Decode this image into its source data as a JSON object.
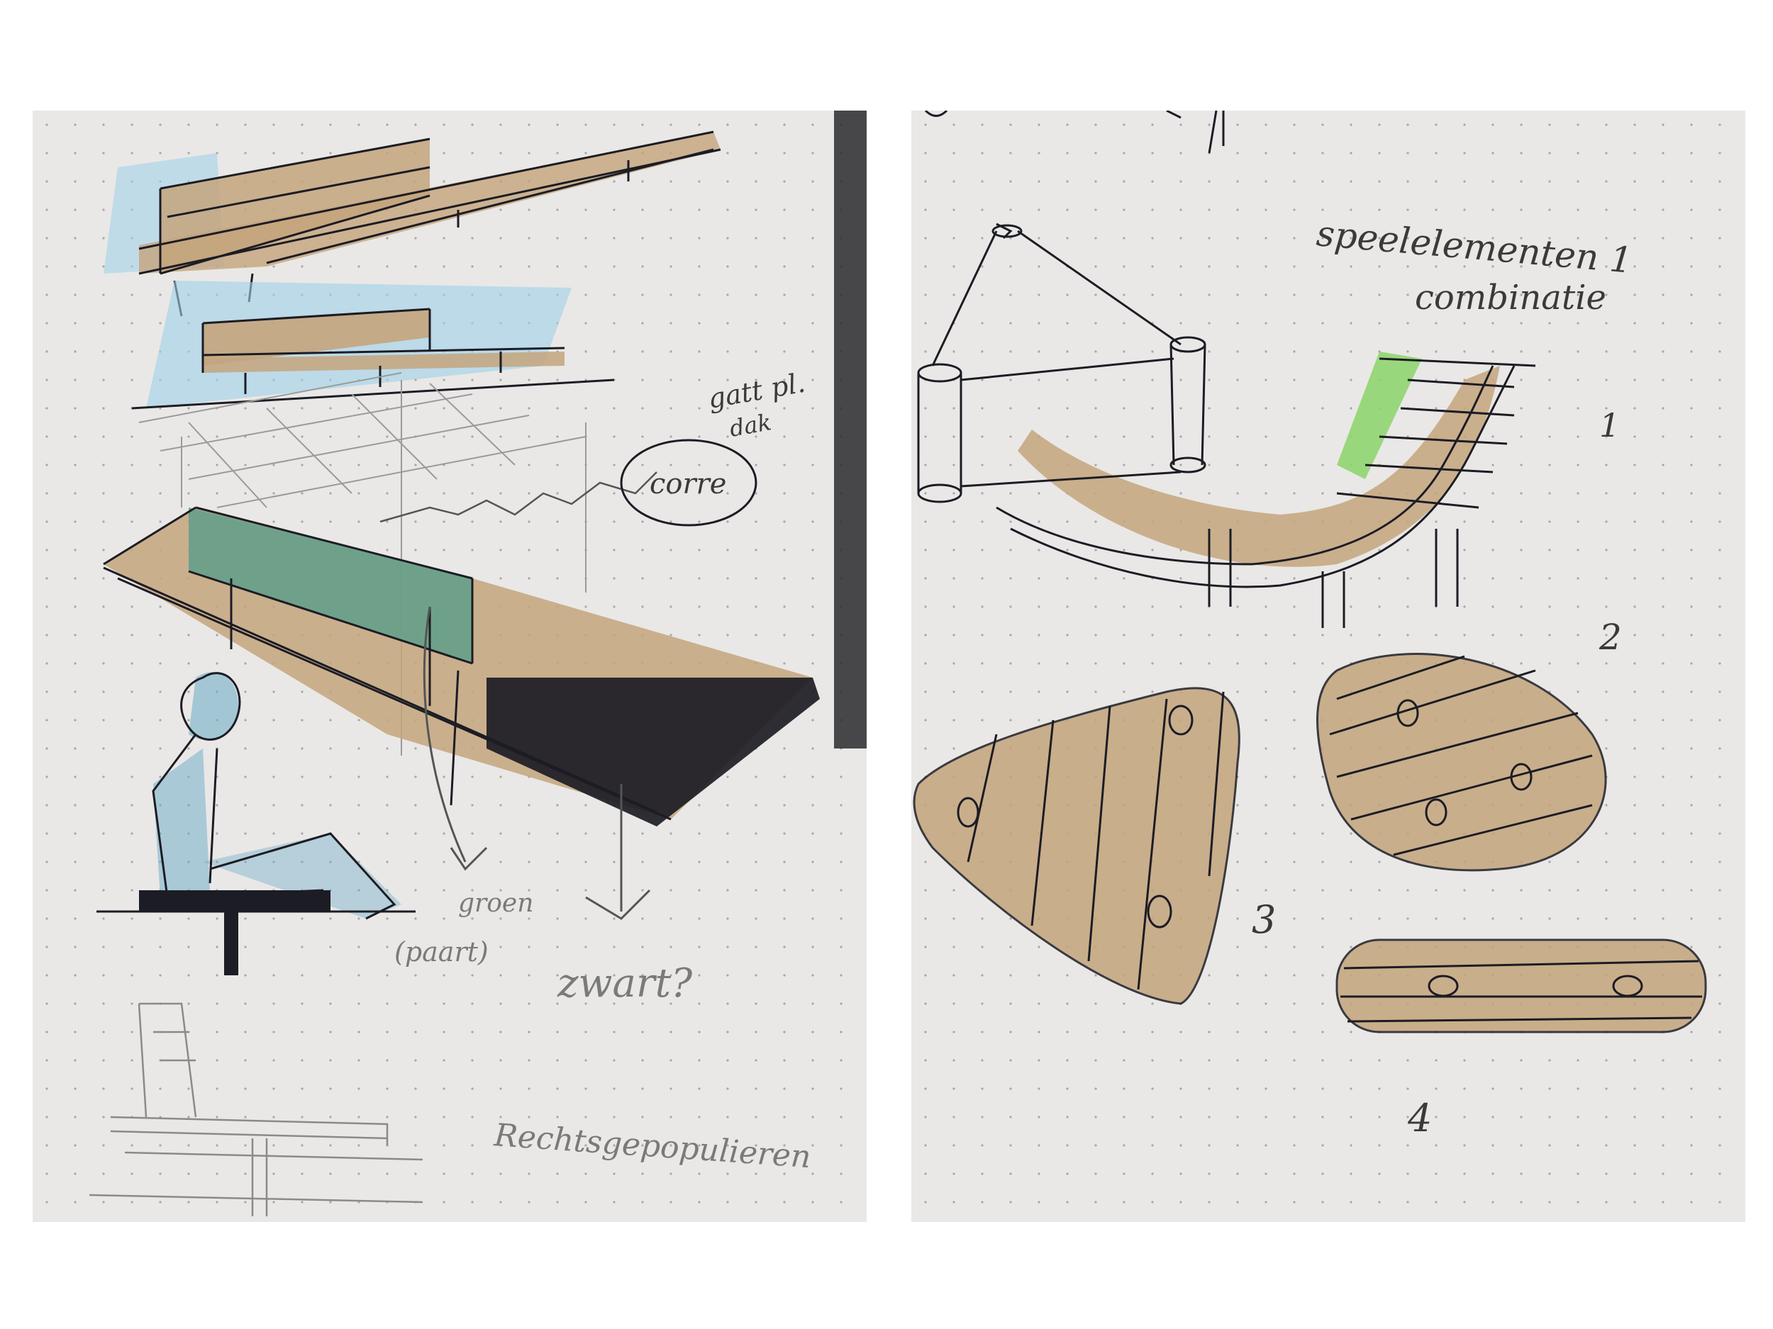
{
  "left_page": {
    "notes": {
      "note_1": "gatt pl.",
      "note_2": "dak",
      "note_3": "corre",
      "note_4": "groen",
      "note_5": "(paart)",
      "note_6": "zwart?",
      "note_7": "Rechtsgepopulieren"
    }
  },
  "right_page": {
    "title_line_1": "speelelementen 1",
    "title_line_2": "combinatie",
    "labels": [
      "1",
      "2",
      "3",
      "4"
    ]
  },
  "colors": {
    "paper": "#e9e8e6",
    "ink": "#1c1c24",
    "wood_marker": "#c4a47c",
    "blue_marker": "#9fd0ea",
    "green_marker": "#5f9f8a",
    "light_green": "#8bd46a"
  }
}
